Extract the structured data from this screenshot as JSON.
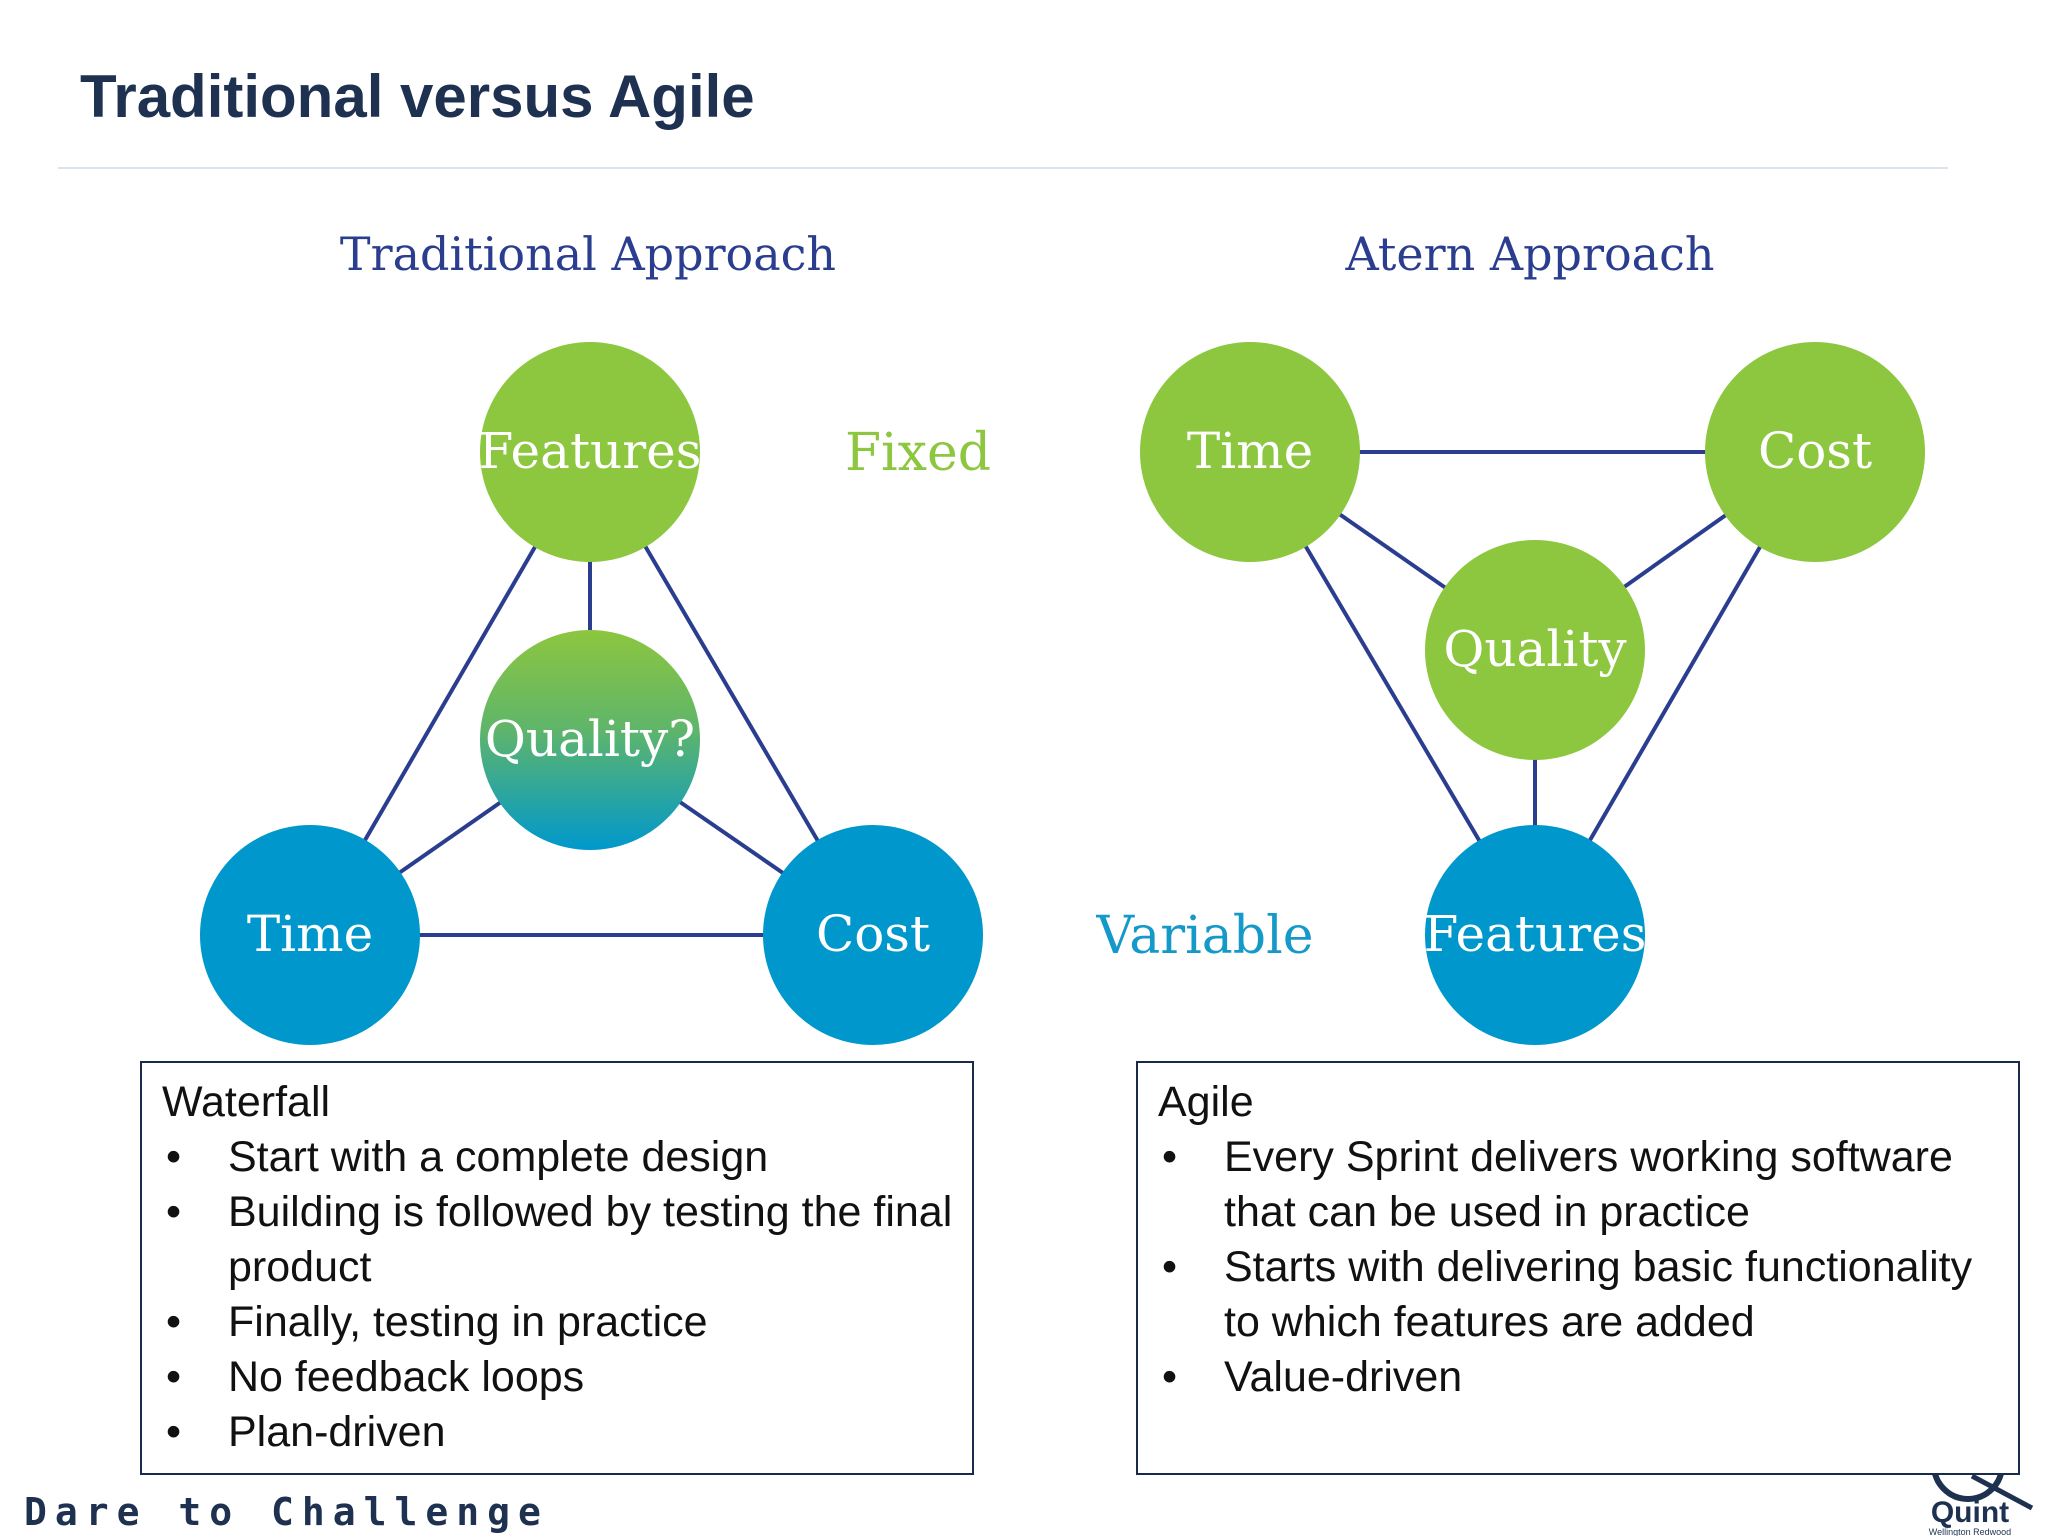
{
  "title": "Traditional versus Agile",
  "colors": {
    "title": "#1e3150",
    "green": "#8dc63f",
    "blue": "#0098cc",
    "line": "#2a3d8f",
    "fixed_label": "#8dc63f",
    "variable_label": "#1599c9"
  },
  "diagram": {
    "traditional": {
      "heading": "Traditional Approach",
      "nodes": {
        "features": "Features",
        "quality": "Quality?",
        "time": "Time",
        "cost": "Cost"
      }
    },
    "atern": {
      "heading": "Atern Approach",
      "nodes": {
        "time": "Time",
        "cost": "Cost",
        "quality": "Quality",
        "features": "Features"
      }
    },
    "fixed_label": "Fixed",
    "variable_label": "Variable"
  },
  "waterfall": {
    "heading": "Waterfall",
    "bullets": [
      "Start with a complete design",
      "Building is followed by testing the final product",
      "Finally, testing in practice",
      "No feedback loops",
      "Plan-driven"
    ]
  },
  "agile": {
    "heading": "Agile",
    "bullets": [
      "Every Sprint delivers working software that can be used in practice",
      "Starts with delivering basic functionality to which features are added",
      "Value-driven"
    ]
  },
  "footer": {
    "tagline": "Dare to Challenge",
    "logo_text": "Quint",
    "logo_subtext": "Wellington Redwood"
  }
}
